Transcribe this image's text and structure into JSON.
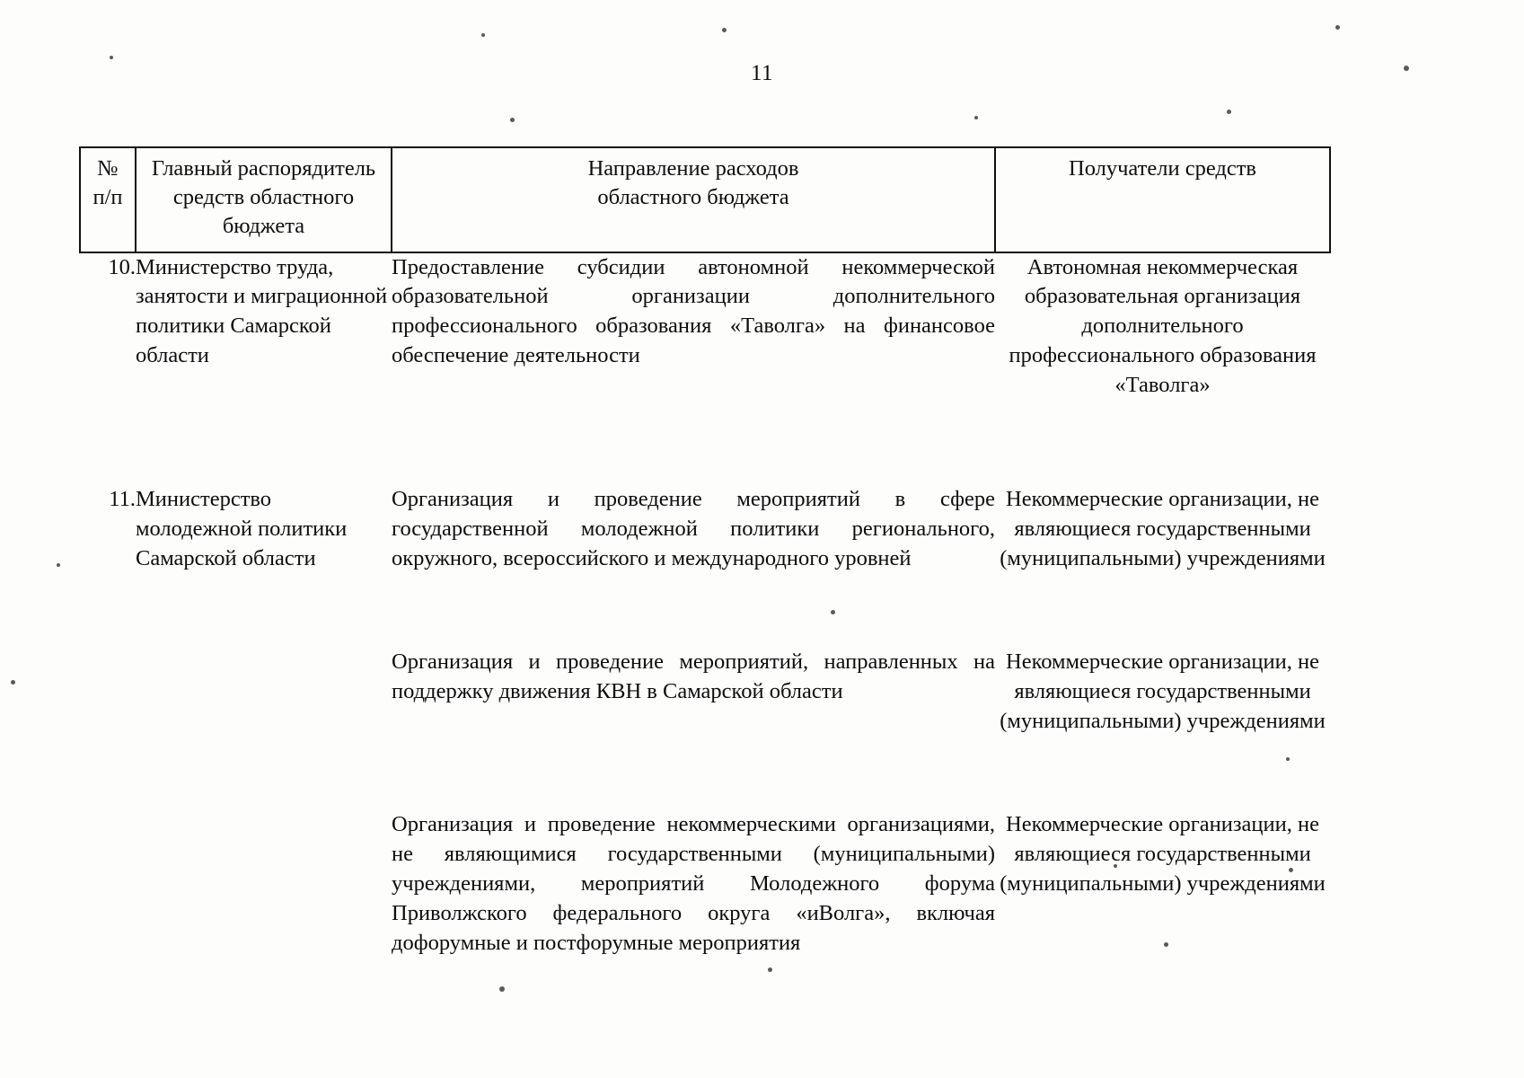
{
  "page": {
    "number": "11"
  },
  "table": {
    "headers": {
      "num": "№\nп/п",
      "num_line1": "№",
      "num_line2": "п/п",
      "chief_administrator_line1": "Главный распорядитель",
      "chief_administrator_line2": "средств областного",
      "chief_administrator_line3": "бюджета",
      "direction_line1": "Направление расходов",
      "direction_line2": "областного бюджета",
      "recipients": "Получатели средств"
    },
    "rows": [
      {
        "num": "10.",
        "chief_administrator": "Министерство труда, занятости и миграционной политики Самарской области",
        "entries": [
          {
            "direction": "Предоставление субсидии автономной некоммерческой образовательной организации дополнительного профессионального образования «Таволга» на финансовое обеспечение деятельности",
            "recipient": "Автономная некоммерческая образовательная организация дополнительного профессионального образования «Таволга»"
          }
        ]
      },
      {
        "num": "11.",
        "chief_administrator": "Министерство молодежной политики Самарской области",
        "entries": [
          {
            "direction": "Организация и проведение мероприятий в сфере государственной молодежной политики регионального, окружного, всероссийского и международного уровней",
            "recipient": "Некоммерческие организации, не являющиеся государственными (муниципальными) учреждениями"
          },
          {
            "direction": "Организация и проведение мероприятий, направленных на поддержку движения КВН в Самарской области",
            "recipient": "Некоммерческие организации, не являющиеся государственными (муниципальными) учреждениями"
          },
          {
            "direction": "Организация и проведение некоммерческими организациями, не являющимися государственными (муниципальными) учреждениями, мероприятий Молодежного форума Приволжского федерального округа «иВолга», включая дофорумные и постфорумные мероприятия",
            "recipient": "Некоммерческие организации, не являющиеся государственными (муниципальными) учреждениями"
          }
        ]
      }
    ]
  }
}
